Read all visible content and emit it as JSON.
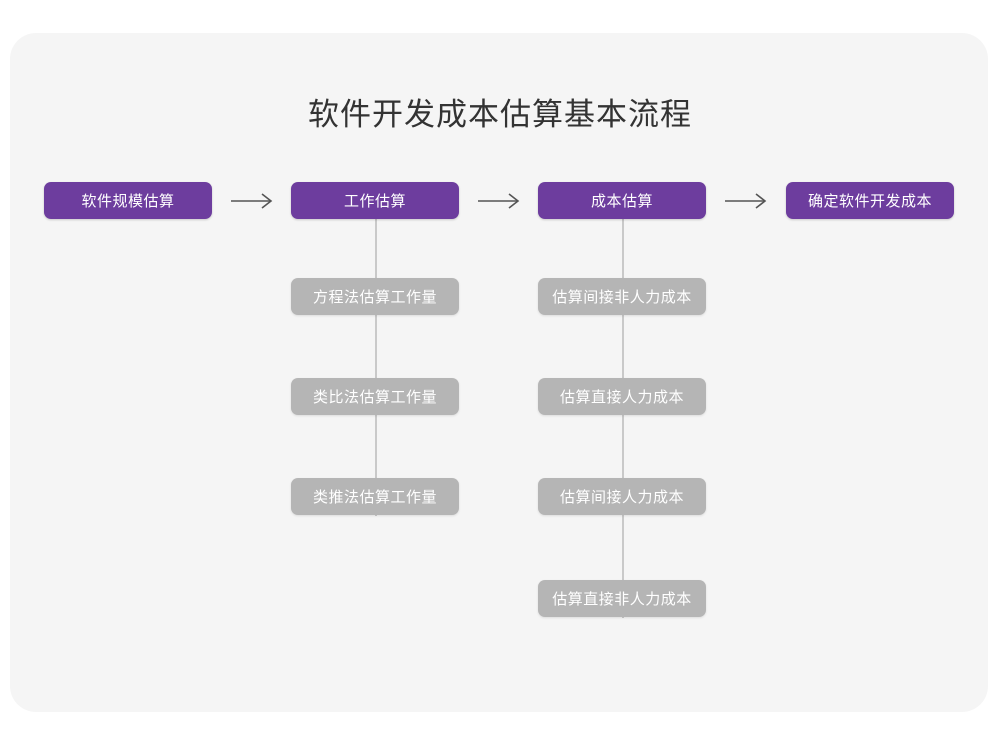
{
  "card": {
    "background_color": "#f5f5f5",
    "page_background_color": "#ffffff"
  },
  "title": "软件开发成本估算基本流程",
  "colors": {
    "primary": "#6d3d9e",
    "secondary": "#b5b5b5",
    "connector": "#c9c9c9",
    "arrow": "#555555",
    "title_text": "#333333",
    "node_text": "#ffffff"
  },
  "chart_data": {
    "type": "diagram",
    "title": "软件开发成本估算基本流程",
    "orientation": "left-to-right with vertical sub-branches",
    "stages": [
      {
        "id": "stage-1",
        "label": "软件规模估算",
        "level": "primary",
        "sub_steps": []
      },
      {
        "id": "stage-2",
        "label": "工作估算",
        "level": "primary",
        "sub_steps": [
          "方程法估算工作量",
          "类比法估算工作量",
          "类推法估算工作量"
        ]
      },
      {
        "id": "stage-3",
        "label": "成本估算",
        "level": "primary",
        "sub_steps": [
          "估算间接非人力成本",
          "估算直接人力成本",
          "估算间接人力成本",
          "估算直接非人力成本"
        ]
      },
      {
        "id": "stage-4",
        "label": "确定软件开发成本",
        "level": "primary",
        "sub_steps": []
      }
    ],
    "connectors": [
      {
        "from": "stage-1",
        "to": "stage-2",
        "type": "arrow-right"
      },
      {
        "from": "stage-2",
        "to": "stage-3",
        "type": "arrow-right"
      },
      {
        "from": "stage-3",
        "to": "stage-4",
        "type": "arrow-right"
      },
      {
        "from": "stage-2",
        "to": "stage-2-sub-steps",
        "type": "vertical-line"
      },
      {
        "from": "stage-3",
        "to": "stage-3-sub-steps",
        "type": "vertical-line"
      }
    ]
  }
}
